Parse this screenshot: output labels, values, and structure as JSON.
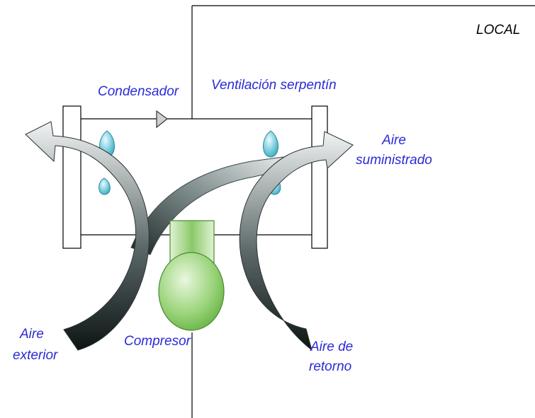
{
  "labels": {
    "local": "LOCAL",
    "condensador": "Condensador",
    "ventilacion": "Ventilación serpentín",
    "aire_suministrado_1": "Aire",
    "aire_suministrado_2": "suministrado",
    "aire_exterior_1": "Aire",
    "aire_exterior_2": "exterior",
    "compresor": "Compresor",
    "aire_retorno_1": "Aire de",
    "aire_retorno_2": "retorno"
  },
  "colors": {
    "label_text": "#2a2ad6",
    "local_text": "#000000",
    "compressor_fill": "#7fc35a",
    "droplet_fill": "#4fb3c4",
    "arrow_dark": "#1a2222",
    "arrow_light": "#e8ecec"
  }
}
